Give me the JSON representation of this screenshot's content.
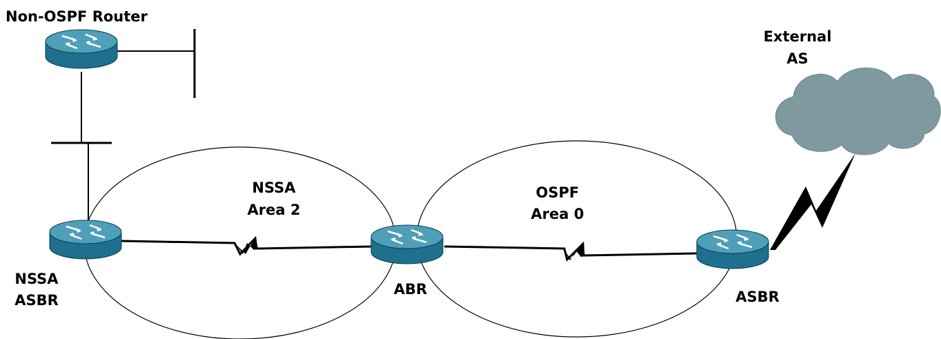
{
  "labels": {
    "non_ospf_router": "Non-OSPF Router",
    "external_line1": "External",
    "external_line2": "AS",
    "nssa_area_line1": "NSSA",
    "nssa_area_line2": "Area 2",
    "ospf_area_line1": "OSPF",
    "ospf_area_line2": "Area 0",
    "nssa_asbr_line1": "NSSA",
    "nssa_asbr_line2": "ASBR",
    "abr": "ABR",
    "asbr": "ASBR"
  },
  "colors": {
    "router_top": "#4f9fb8",
    "router_side": "#1f6f8e",
    "router_arrow": "#ffffff",
    "cloud": "#7f9a9e",
    "line": "#000000"
  },
  "icons": {
    "router": "router-icon",
    "cloud": "cloud-icon",
    "serial_link": "zigzag-serial-link"
  }
}
